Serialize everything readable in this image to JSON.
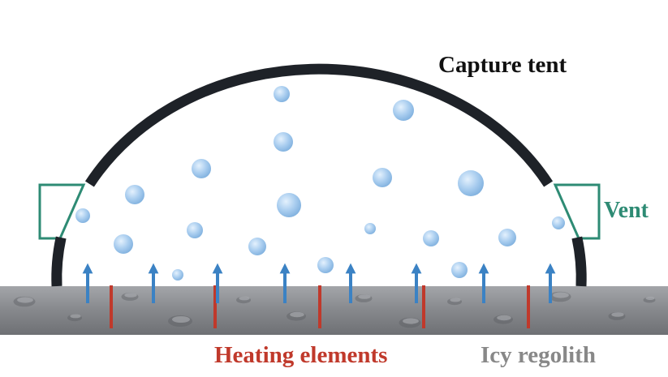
{
  "labels": {
    "capture_tent": "Capture tent",
    "vent": "Vent",
    "heating_elements": "Heating elements",
    "icy_regolith": "Icy regolith"
  },
  "colors": {
    "tent": "#1e2228",
    "vent": "#2e8b74",
    "heating": "#c0392b",
    "regolith_label": "#888888",
    "arrow": "#3b82c4",
    "bubble": "#a9cdef",
    "ground": "#8d8f93"
  },
  "icons": {
    "arrow": "arrow-up-icon",
    "bubble": "vapor-bubble-icon"
  }
}
